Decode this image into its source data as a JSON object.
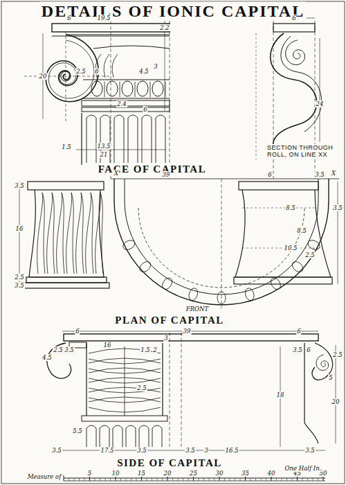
{
  "diagram": {
    "title": "DETAILS OF IONIC CAPITAL",
    "labels": [
      "6",
      "19.5",
      "20",
      "2.5",
      "6",
      "4.5",
      "3",
      "1.5",
      "13.5",
      "21",
      "2.4",
      "6",
      "2.2",
      "6",
      "24",
      "SECTION THROUGH ROLL, ON LINE XX",
      "FACE OF CAPITAL",
      "X",
      "39",
      "X",
      "6",
      "3.5",
      "3.5",
      "16",
      "2.5",
      "3.5",
      "8.5",
      "8.5",
      "10.5",
      "2.5",
      "3.5",
      "FRONT",
      "PLAN OF CAPITAL",
      "6",
      "39",
      "6",
      "3",
      "4.5",
      "2.5",
      "3.5",
      "16",
      "1.5",
      "2",
      "3.5",
      "6",
      "2.5",
      "5",
      "18",
      "20",
      "2.5",
      "3.5",
      "5.5",
      "17.5",
      "3.5",
      "3.5",
      "3",
      "16.5",
      "3.5",
      "SIDE OF CAPITAL",
      "Measure of",
      "5",
      "10",
      "15",
      "20",
      "25",
      "30",
      "35",
      "40",
      "45",
      "50",
      "One Half In."
    ]
  }
}
